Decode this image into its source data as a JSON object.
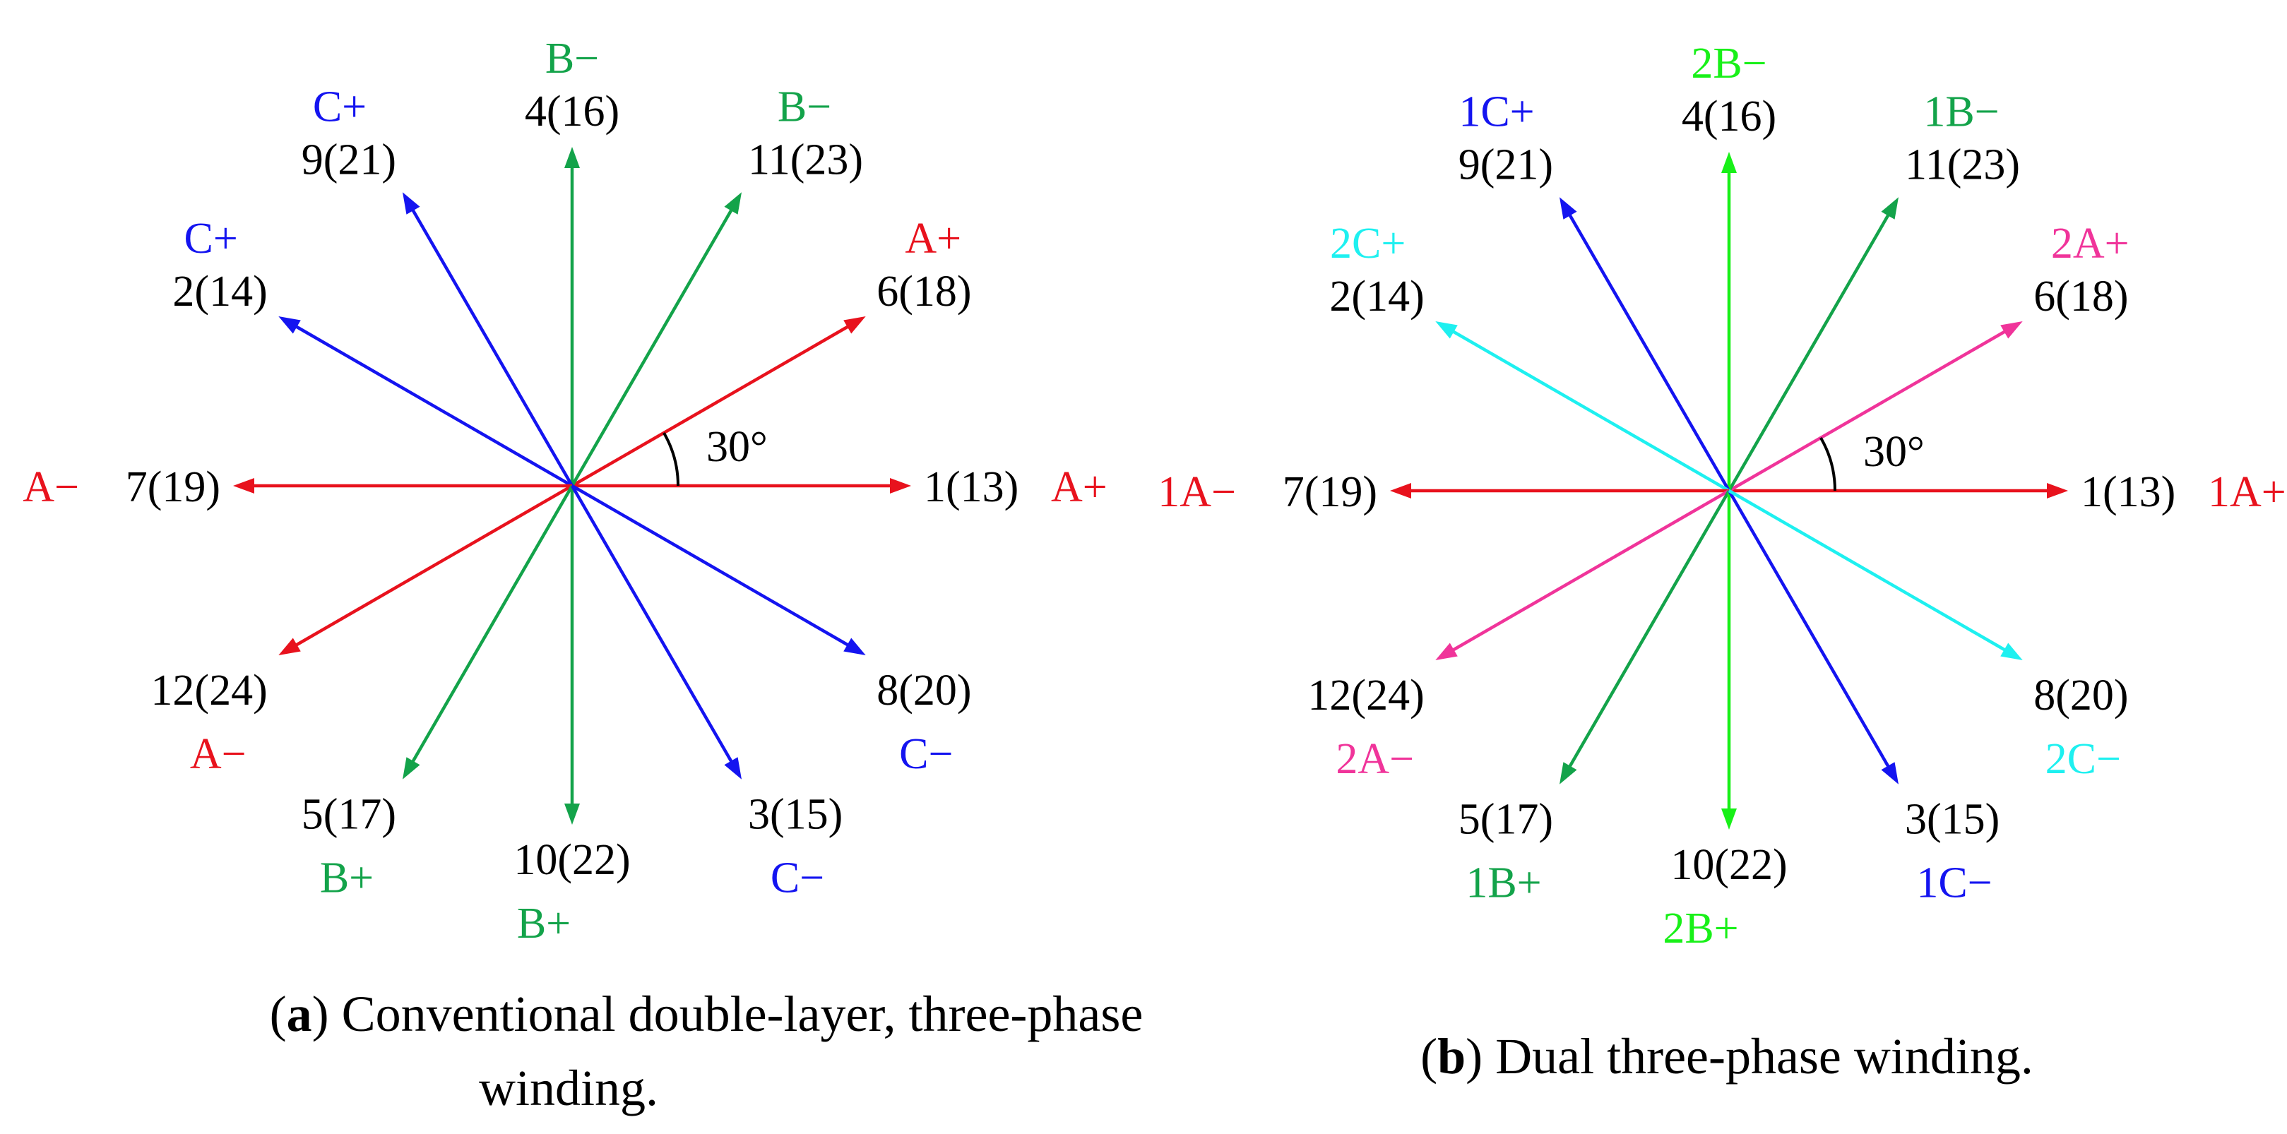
{
  "colors": {
    "red": "#e8121d",
    "green": "#13a34a",
    "blue": "#1414f0",
    "cyan": "#1ef0f0",
    "magenta": "#f0349a",
    "lime": "#18f018",
    "black": "#000000"
  },
  "panel_a": {
    "caption_letter": "a",
    "caption_line1": "Conventional double-layer, three-phase",
    "caption_line2": "winding.",
    "angle_label": "30°",
    "vectors": [
      {
        "slot": "1(13)",
        "phase": "A+",
        "color": "#e8121d"
      },
      {
        "slot": "6(18)",
        "phase": "A+",
        "color": "#e8121d"
      },
      {
        "slot": "11(23)",
        "phase": "B−",
        "color": "#13a34a"
      },
      {
        "slot": "4(16)",
        "phase": "B−",
        "color": "#13a34a"
      },
      {
        "slot": "9(21)",
        "phase": "C+",
        "color": "#1414f0"
      },
      {
        "slot": "2(14)",
        "phase": "C+",
        "color": "#1414f0"
      },
      {
        "slot": "7(19)",
        "phase": "A−",
        "color": "#e8121d"
      },
      {
        "slot": "12(24)",
        "phase": "A−",
        "color": "#e8121d"
      },
      {
        "slot": "5(17)",
        "phase": "B+",
        "color": "#13a34a"
      },
      {
        "slot": "10(22)",
        "phase": "B+",
        "color": "#13a34a"
      },
      {
        "slot": "3(15)",
        "phase": "C−",
        "color": "#1414f0"
      },
      {
        "slot": "8(20)",
        "phase": "C−",
        "color": "#1414f0"
      }
    ]
  },
  "panel_b": {
    "caption_letter": "b",
    "caption_line1": "Dual three-phase winding.",
    "angle_label": "30°",
    "vectors": [
      {
        "slot": "1(13)",
        "phase": "1A+",
        "color": "#e8121d"
      },
      {
        "slot": "6(18)",
        "phase": "2A+",
        "color": "#f0349a"
      },
      {
        "slot": "11(23)",
        "phase": "1B−",
        "color": "#13a34a"
      },
      {
        "slot": "4(16)",
        "phase": "2B−",
        "color": "#18f018"
      },
      {
        "slot": "9(21)",
        "phase": "1C+",
        "color": "#1414f0"
      },
      {
        "slot": "2(14)",
        "phase": "2C+",
        "color": "#1ef0f0"
      },
      {
        "slot": "7(19)",
        "phase": "1A−",
        "color": "#e8121d"
      },
      {
        "slot": "12(24)",
        "phase": "2A−",
        "color": "#f0349a"
      },
      {
        "slot": "5(17)",
        "phase": "1B+",
        "color": "#13a34a"
      },
      {
        "slot": "10(22)",
        "phase": "2B+",
        "color": "#18f018"
      },
      {
        "slot": "3(15)",
        "phase": "1C−",
        "color": "#1414f0"
      },
      {
        "slot": "8(20)",
        "phase": "2C−",
        "color": "#1ef0f0"
      }
    ]
  }
}
